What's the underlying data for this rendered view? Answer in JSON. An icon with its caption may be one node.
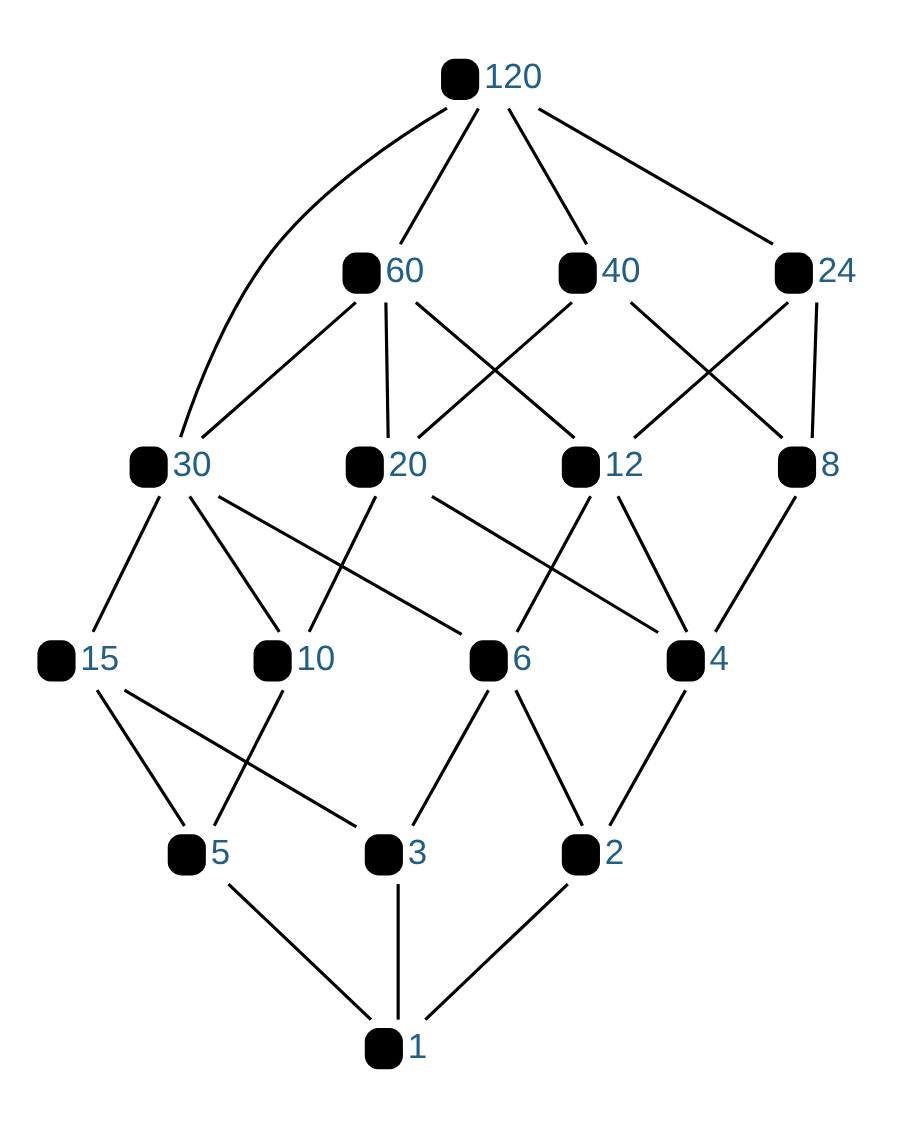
{
  "diagram": {
    "nodes": [
      {
        "text": [
          "120"
        ]
      },
      {
        "text": [
          "60"
        ]
      },
      {
        "text": [
          "40"
        ]
      },
      {
        "text": [
          "24"
        ]
      },
      {
        "text": [
          "30"
        ]
      },
      {
        "text": [
          "20"
        ]
      },
      {
        "text": [
          "8"
        ]
      },
      {
        "text": [
          "12"
        ]
      },
      {
        "text": [
          "4"
        ]
      },
      {
        "text": [
          "10"
        ]
      },
      {
        "text": [
          "6"
        ]
      },
      {
        "text": [
          "15"
        ]
      },
      {
        "text": [
          "2"
        ]
      },
      {
        "text": [
          "3"
        ]
      },
      {
        "text": [
          "5"
        ]
      },
      {
        "text": [
          "1"
        ]
      }
    ],
    "edges": [
      {
        "from": 0,
        "to": 3,
        "arrow": "none"
      },
      {
        "from": 0,
        "to": 1,
        "arrow": "none"
      },
      {
        "from": 0,
        "to": 4,
        "arrow": "none"
      },
      {
        "from": 0,
        "to": 2,
        "arrow": "none"
      },
      {
        "from": 1,
        "to": 7,
        "arrow": "none"
      },
      {
        "from": 1,
        "to": 4,
        "arrow": "none"
      },
      {
        "from": 1,
        "to": 5,
        "arrow": "none"
      },
      {
        "from": 2,
        "to": 6,
        "arrow": "none"
      },
      {
        "from": 2,
        "to": 5,
        "arrow": "none"
      },
      {
        "from": 3,
        "to": 6,
        "arrow": "none"
      },
      {
        "from": 3,
        "to": 7,
        "arrow": "none"
      },
      {
        "from": 4,
        "to": 10,
        "arrow": "none"
      },
      {
        "from": 4,
        "to": 11,
        "arrow": "none"
      },
      {
        "from": 4,
        "to": 9,
        "arrow": "none"
      },
      {
        "from": 5,
        "to": 8,
        "arrow": "none"
      },
      {
        "from": 5,
        "to": 9,
        "arrow": "none"
      },
      {
        "from": 6,
        "to": 8,
        "arrow": "none"
      },
      {
        "from": 7,
        "to": 8,
        "arrow": "none"
      },
      {
        "from": 7,
        "to": 10,
        "arrow": "none"
      },
      {
        "from": 8,
        "to": 12,
        "arrow": "none"
      },
      {
        "from": 10,
        "to": 12,
        "arrow": "none"
      },
      {
        "from": 10,
        "to": 13,
        "arrow": "none"
      },
      {
        "from": 9,
        "to": 14,
        "arrow": "none"
      },
      {
        "from": 11,
        "to": 13,
        "arrow": "none"
      },
      {
        "from": 11,
        "to": 14,
        "arrow": "none"
      },
      {
        "from": 12,
        "to": 15,
        "arrow": "none"
      },
      {
        "from": 13,
        "to": 15,
        "arrow": "none"
      },
      {
        "from": 14,
        "to": 15,
        "arrow": "none"
      }
    ]
  }
}
